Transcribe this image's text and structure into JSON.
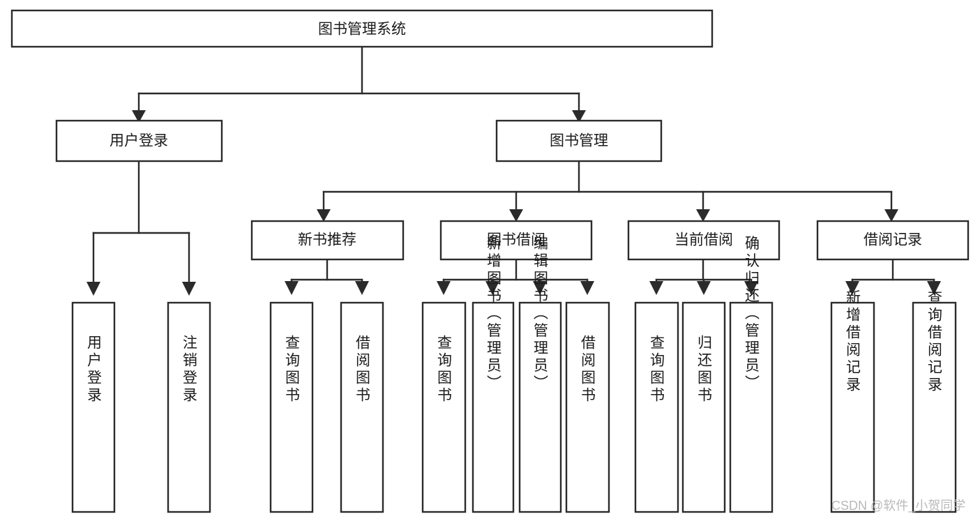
{
  "diagram": {
    "type": "hierarchy-tree",
    "title": "图书管理系统",
    "levels": 4,
    "colors": {
      "box_stroke": "#2b2b2b",
      "box_fill": "#ffffff",
      "line": "#2b2b2b",
      "text": "#1a1a1a",
      "watermark": "#b9b9b9",
      "background": "#ffffff"
    },
    "root": {
      "id": "root",
      "label": "图书管理系统"
    },
    "level2": [
      {
        "id": "user-login",
        "label": "用户登录"
      },
      {
        "id": "book-manage",
        "label": "图书管理"
      }
    ],
    "level3": [
      {
        "id": "new-book-recommend",
        "label": "新书推荐",
        "parent": "book-manage"
      },
      {
        "id": "book-borrow",
        "label": "图书借阅",
        "parent": "book-manage"
      },
      {
        "id": "current-borrow",
        "label": "当前借阅",
        "parent": "book-manage"
      },
      {
        "id": "borrow-record",
        "label": "借阅记录",
        "parent": "book-manage"
      }
    ],
    "leaves": {
      "user-login": [
        {
          "id": "leaf-user-login",
          "label": "用户登录"
        },
        {
          "id": "leaf-user-logout",
          "label": "注销登录"
        }
      ],
      "new-book-recommend": [
        {
          "id": "leaf-query-book-1",
          "label": "查询图书"
        },
        {
          "id": "leaf-borrow-book-1",
          "label": "借阅图书"
        }
      ],
      "book-borrow": [
        {
          "id": "leaf-query-book-2",
          "label": "查询图书"
        },
        {
          "id": "leaf-add-book",
          "label": "新增图书（管理员）"
        },
        {
          "id": "leaf-edit-book",
          "label": "编辑图书（管理员）"
        },
        {
          "id": "leaf-borrow-book-2",
          "label": "借阅图书"
        }
      ],
      "current-borrow": [
        {
          "id": "leaf-query-book-3",
          "label": "查询图书"
        },
        {
          "id": "leaf-return-book",
          "label": "归还图书"
        },
        {
          "id": "leaf-confirm-return",
          "label": "确认归还（管理员）"
        }
      ],
      "borrow-record": [
        {
          "id": "leaf-add-record",
          "label": "新增借阅记录"
        },
        {
          "id": "leaf-query-record",
          "label": "查询借阅记录"
        }
      ]
    }
  },
  "watermark": {
    "label": "CSDN @软件_小贺同学"
  }
}
